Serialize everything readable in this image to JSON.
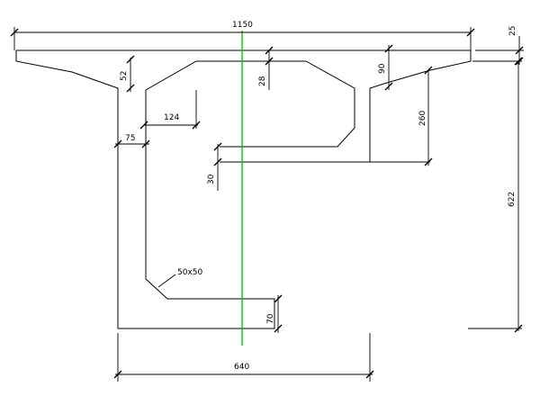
{
  "dimensions": {
    "top_width": "1150",
    "flange_thickness": "25",
    "cantilever_root": "52",
    "top_fillet": "28",
    "right_flange_depth": "90",
    "haunch_height": "260",
    "total_height": "622",
    "web_offset": "124",
    "web_width": "75",
    "slab_thickness": "30",
    "bottom_fillet": "50x50",
    "bottom_slab": "70",
    "bottom_width": "640"
  },
  "colors": {
    "line": "#000000",
    "centerline": "#00cc00",
    "background": "#ffffff"
  }
}
